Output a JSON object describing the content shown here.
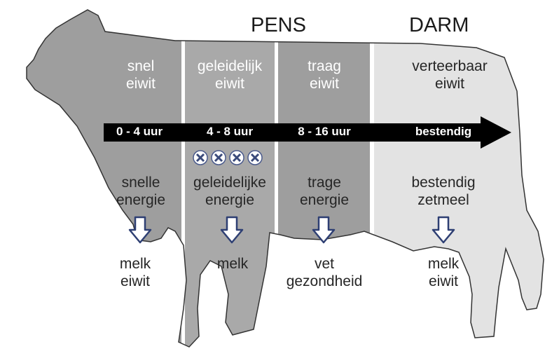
{
  "headers": {
    "pens": "PENS",
    "darm": "DARM"
  },
  "columns": [
    {
      "top": [
        "snel",
        "eiwit"
      ],
      "time": "0 - 4 uur",
      "energy": [
        "snelle",
        "energie"
      ],
      "result": [
        "melk",
        "eiwit"
      ]
    },
    {
      "top": [
        "geleidelijk",
        "eiwit"
      ],
      "time": "4 - 8 uur",
      "energy": [
        "geleidelijke",
        "energie"
      ],
      "result": [
        "melk",
        ""
      ]
    },
    {
      "top": [
        "traag",
        "eiwit"
      ],
      "time": "8 - 16 uur",
      "energy": [
        "trage",
        "energie"
      ],
      "result": [
        "vet",
        "gezondheid"
      ]
    },
    {
      "top": [
        "verteerbaar",
        "eiwit"
      ],
      "time": "bestendig",
      "energy": [
        "bestendig",
        "zetmeel"
      ],
      "result": [
        "melk",
        "eiwit"
      ]
    }
  ],
  "icons": {
    "down_arrows": [
      "arrow-down-icon",
      "arrow-down-icon",
      "arrow-down-icon",
      "arrow-down-icon"
    ],
    "crosses": [
      "cross-icon",
      "cross-icon",
      "cross-icon",
      "cross-icon"
    ]
  },
  "colors": {
    "zone_dark": "#9e9e9e",
    "zone_medium": "#a9a9a9",
    "zone_light": "#e3e3e3",
    "separator": "#ffffff",
    "timeline_bar": "#000000",
    "arrow_stroke": "#2e3f73"
  }
}
